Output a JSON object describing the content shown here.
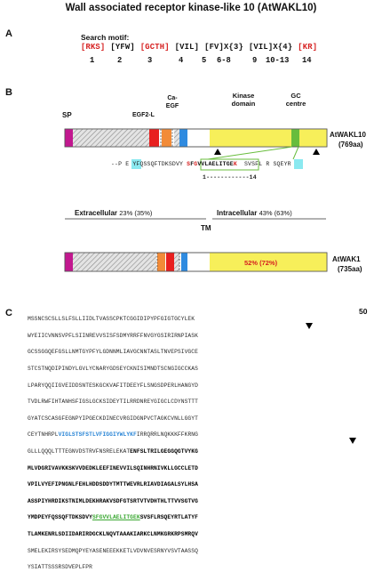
{
  "title": "Wall associated receptor kinase-like 10 (AtWAKL10)",
  "panel_labels": {
    "a": "A",
    "b": "B",
    "c": "C"
  },
  "motif": {
    "label": "Search motif:",
    "groups": [
      {
        "text": "[RKS]",
        "color": "#d62020"
      },
      {
        "text": "[YFW]",
        "color": "#111111"
      },
      {
        "text": "[GCTH]",
        "color": "#d62020"
      },
      {
        "text": "[VIL]",
        "color": "#111111"
      },
      {
        "text": "[FV]",
        "color": "#111111"
      },
      {
        "text": "X{3}",
        "color": "#111111"
      },
      {
        "text": "[VIL]",
        "color": "#111111"
      },
      {
        "text": "X{4}",
        "color": "#111111"
      },
      {
        "text": "[KR]",
        "color": "#d62020"
      }
    ],
    "positions": [
      "1",
      "2",
      "3",
      "4",
      "5",
      "6-8",
      "9",
      "10-13",
      "14"
    ]
  },
  "domains": {
    "sp": "SP",
    "egf2l": "EGF2-L",
    "ca_egf": "Ca-\nEGF",
    "kinase": "Kinase\ndomain",
    "gc": "GC\ncentre"
  },
  "wakl10": {
    "name": "AtWAKL10",
    "length": "(769aa)"
  },
  "wak1": {
    "name": "AtWAK1",
    "length": "(735aa)",
    "gc_percent": "52% (72%)"
  },
  "gc_seq": {
    "prefix": "--P",
    "e_box": "E",
    "middle_left": "YFQSSQFTDKSDVY",
    "motif_s": "S",
    "motif_f": "F",
    "motif_g": "G",
    "motif_core": "VVLAELITGE",
    "motif_k": "K",
    "middle_right": "SVSFL",
    "r_box": "R",
    "suffix": "SQEYR",
    "range_start": "1",
    "range_dashes": "------------",
    "range_end": "14"
  },
  "regions": {
    "extracellular": "Extracellular",
    "extracellular_pct": "23% (35%)",
    "tm": "TM",
    "intracellular": "Intracellular",
    "intracellular_pct": "43% (63%)"
  },
  "seq_c": {
    "end_number": "50",
    "lines": [
      "MSSNCSCSLLSLFSLLIIDLTVASSCPKTCGGIDIPYPFGIGTGCYLEK",
      "WYEIICVNNSVPFLSIINREVVSISFSDMYRRFFNVGYGSIRIRNPIASK",
      "GCSSGGQEFGSLLNMTGYPFYLGDNNMLIAVGCNNTASLTNVEPSIVGCE",
      "STCSTNQDIPINDYLGVLYCNARYGDSEYCKNISIMNDTSCNGIGCCKAS",
      "LPARYQQIIGVEIDDSNTESKGCKVAFITDEEYFLSNGSDPERLHANGYD",
      "TVDLRWFIHTANHSFIGSLGCKSIDEYTILRRDNREYGIGCLCDYNSTTT",
      "GYATCSCASGFEGNPYIPGECKDINECVRGIDGNPVCTAGKCVNLLGGYT"
    ],
    "line8_pre": "CEYTNHRPL",
    "tm": "VIGLSTSFSTLVFIGGIYWLYKF",
    "line8_post": "IRRQRRLNQKKKFFKRNG",
    "line9_pre": "GLLLQQQLTTTEGNVDSTRVFNSRELEKAT",
    "line9_bold": "ENFSLTRILGEGGQGTVYKG",
    "bold_lines": [
      "MLVDGRIVAVKKSKVVDEDKLEEFINEVVILSQINHRNIVKLLGCCLETD",
      "VPILVYEFIPNGNLFEHLHDDSDDYTMTTWEVRLRIAVDIAGALSYLHSA",
      "ASSPIYHRDIKSTNIMLDEKHRAKVSDFGTSRTVTVDHTHLTTVVSGTVG"
    ],
    "line13_pre": "YMDPEYFQSSQFTDKSDVY",
    "gc_motif": "SFGVVLAELITGEK",
    "line13_post": "SVSFLRSQEYRTLATYF",
    "line14": "TLAMKENRLSDIIDARIRDGCKLNQVTAAAKIARKCLNMKGRKRPSMRQV",
    "tail_lines": [
      "SMELEKIRSYSEDMQPYEYASENEEEKKETLVDVNVESRNYVSVTAASSQ",
      "YSIATTSSSRSDVEPLFPR"
    ]
  },
  "colors": {
    "sp": "#c2188f",
    "egf2l": "#e8201f",
    "ca_egf": "#f28b38",
    "blue": "#2f8be0",
    "kinase": "#f7ef5a",
    "gc": "#68bd3c",
    "cyan_box": "#8be9f0",
    "motif_red": "#d62020"
  }
}
